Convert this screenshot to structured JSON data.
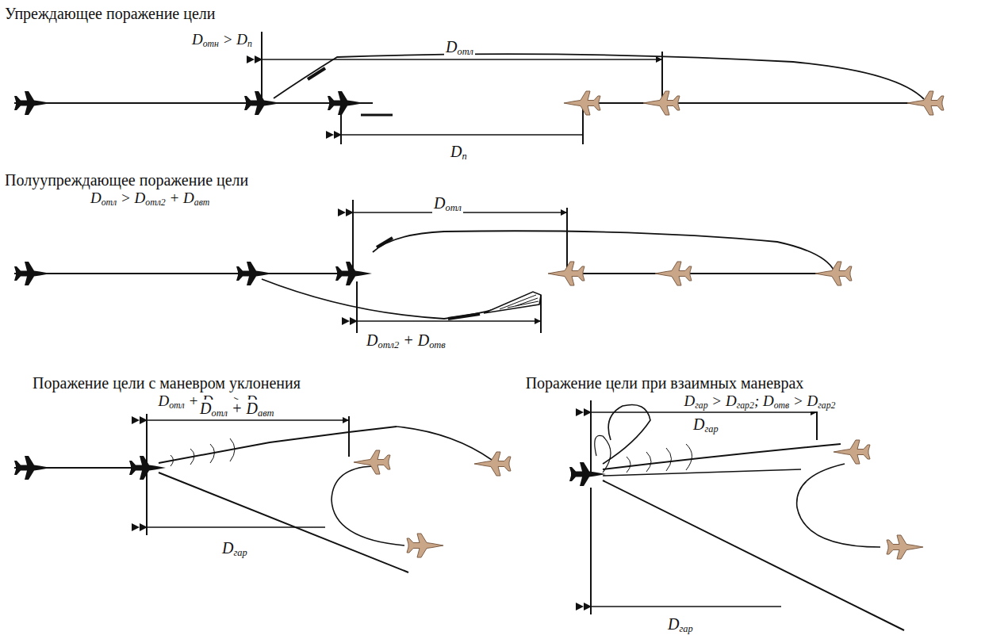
{
  "diagram": {
    "labels": [
      "Упреждающее поражение цели",
      "Dотн > Dп",
      "Dотл",
      "Dп",
      "Полуупреждающее поражение цели",
      "Dотл > Dотл2 + Dавт",
      "Dотл",
      "Dотл2 + Dотв",
      "Поражение цели с маневром уклонения",
      "Dотл + Dотв > Dгар",
      "Dотл + Dавт",
      "Dгар",
      "Поражение цели при взаимных маневрах",
      "Dгар > Dгар2; Dотв > Dгар2",
      "Dгар",
      "Dгар"
    ]
  }
}
